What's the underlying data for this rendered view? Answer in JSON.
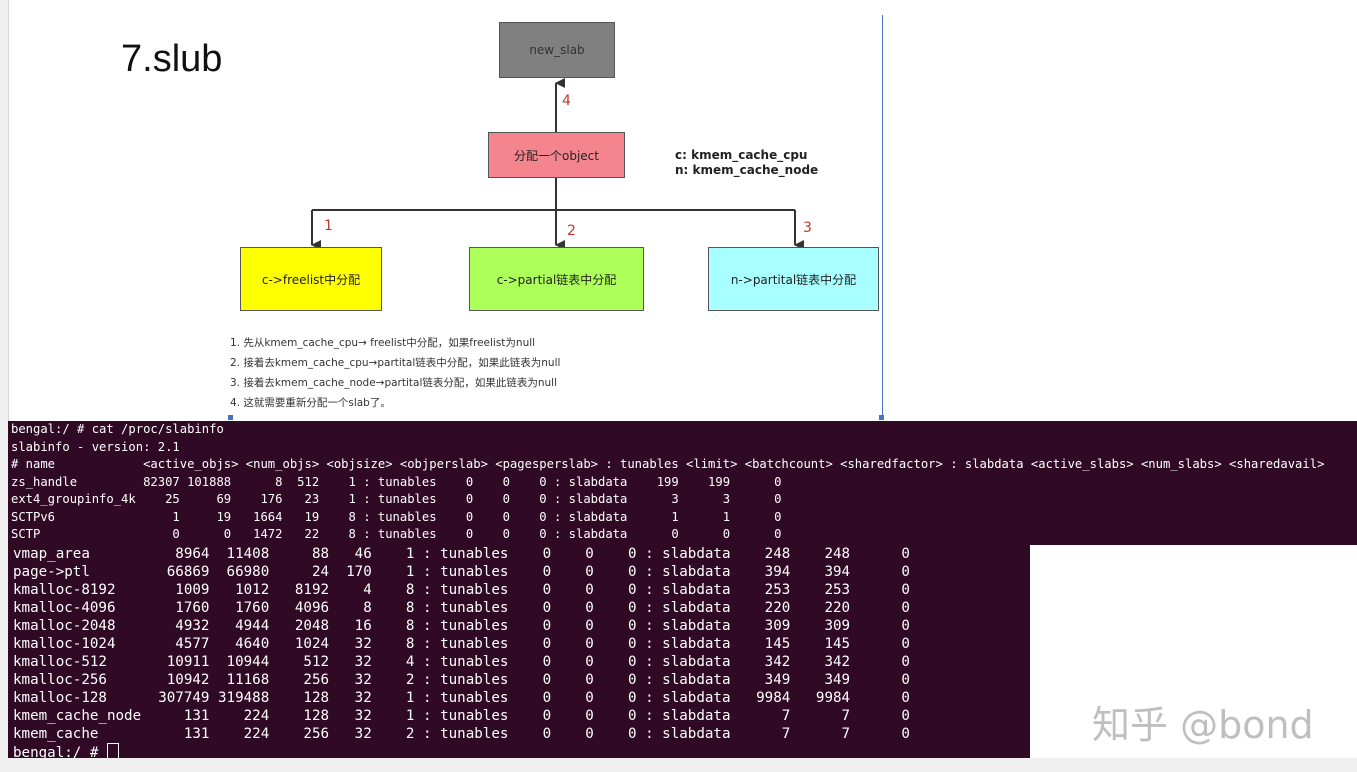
{
  "slide": {
    "title": "7.slub"
  },
  "diagram": {
    "nodes": {
      "new_slab": "new_slab",
      "allocate": "分配一个object",
      "freelist": "c->freelist中分配",
      "partial_c": "c->partial链表中分配",
      "partial_n": "n->partital链表中分配"
    },
    "edges": [
      "1",
      "2",
      "3",
      "4"
    ],
    "legend": [
      "c: kmem_cache_cpu",
      "n: kmem_cache_node"
    ],
    "notes": [
      "1. 先从kmem_cache_cpu→ freelist中分配，如果freelist为null",
      "2. 接着去kmem_cache_cpu→partital链表中分配，如果此链表为null",
      "3. 接着去kmem_cache_node→partital链表分配，如果此链表为null",
      "4. 这就需要重新分配一个slab了。"
    ],
    "colors": {
      "new_slab": "#808080",
      "allocate": "#f4858e",
      "freelist": "#ffff00",
      "partial_c": "#adff5a",
      "partial_n": "#a8ffff",
      "edge_label": "#c0392b"
    }
  },
  "terminal_small": [
    "bengal:/ # cat /proc/slabinfo",
    "slabinfo - version: 2.1",
    "# name            <active_objs> <num_objs> <objsize> <objperslab> <pagesperslab> : tunables <limit> <batchcount> <sharedfactor> : slabdata <active_slabs> <num_slabs> <sharedavail>",
    "zs_handle         82307 101888      8  512    1 : tunables    0    0    0 : slabdata    199    199      0",
    "ext4_groupinfo_4k    25     69    176   23    1 : tunables    0    0    0 : slabdata      3      3      0",
    "SCTPv6                1     19   1664   19    8 : tunables    0    0    0 : slabdata      1      1      0",
    "SCTP                  0      0   1472   22    8 : tunables    0    0    0 : slabdata      0      0      0"
  ],
  "terminal_large": [
    "vmap_area          8964  11408     88   46    1 : tunables    0    0    0 : slabdata    248    248      0",
    "page->ptl         66869  66980     24  170    1 : tunables    0    0    0 : slabdata    394    394      0",
    "kmalloc-8192       1009   1012   8192    4    8 : tunables    0    0    0 : slabdata    253    253      0",
    "kmalloc-4096       1760   1760   4096    8    8 : tunables    0    0    0 : slabdata    220    220      0",
    "kmalloc-2048       4932   4944   2048   16    8 : tunables    0    0    0 : slabdata    309    309      0",
    "kmalloc-1024       4577   4640   1024   32    8 : tunables    0    0    0 : slabdata    145    145      0",
    "kmalloc-512       10911  10944    512   32    4 : tunables    0    0    0 : slabdata    342    342      0",
    "kmalloc-256       10942  11168    256   32    2 : tunables    0    0    0 : slabdata    349    349      0",
    "kmalloc-128      307749 319488    128   32    1 : tunables    0    0    0 : slabdata   9984   9984      0",
    "kmem_cache_node     131    224    128   32    1 : tunables    0    0    0 : slabdata      7      7      0",
    "kmem_cache          131    224    256   32    2 : tunables    0    0    0 : slabdata      7      7      0"
  ],
  "prompt": "bengal:/ # ",
  "watermark": "知乎 @bond"
}
